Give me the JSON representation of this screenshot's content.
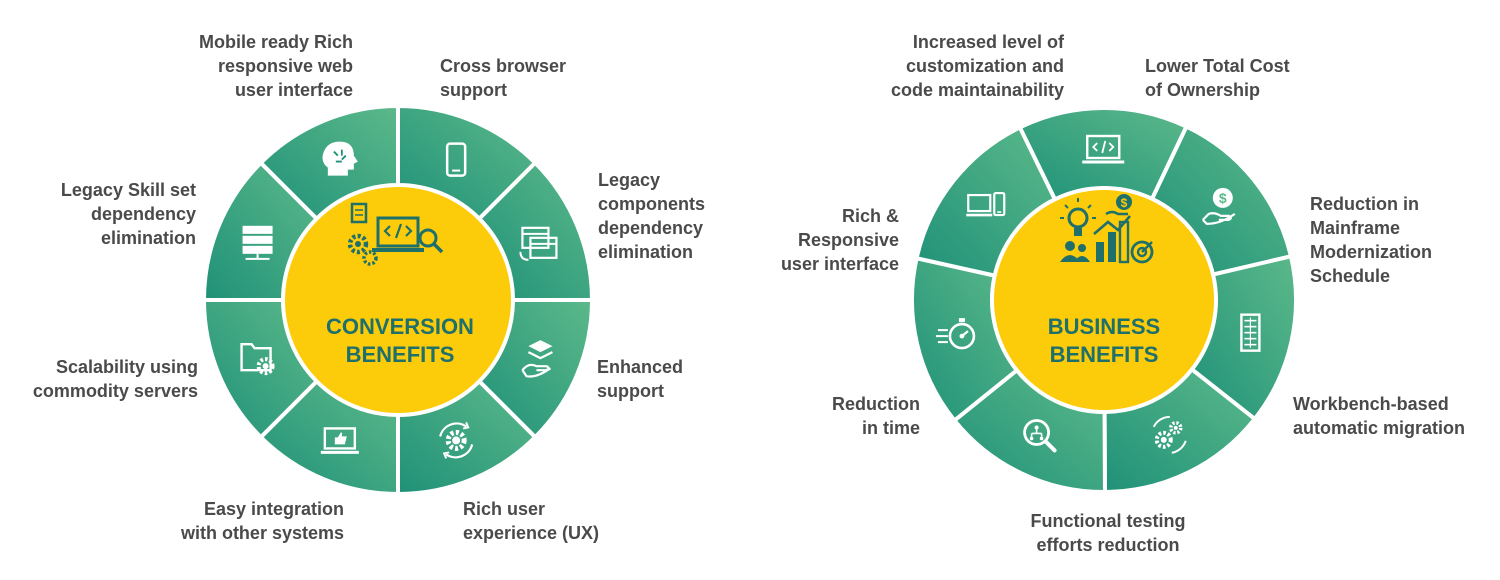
{
  "colors": {
    "segment_dark": "#1f9178",
    "segment_light": "#5cb98a",
    "center": "#fccc0a",
    "divider": "#ffffff",
    "icon": "#ffffff",
    "label": "#4a4a4a",
    "center_text": "#1f6f6a"
  },
  "conversion": {
    "title_line1": "CONVERSION",
    "title_line2": "BENEFITS",
    "center_icon": "laptop-code-gears-icon",
    "segments": [
      {
        "icon": "mobile-phone-icon",
        "lines": [
          "Mobile ready Rich",
          "responsive web",
          "user interface"
        ]
      },
      {
        "icon": "browser-windows-icon",
        "lines": [
          "Cross browser",
          "support"
        ]
      },
      {
        "icon": "layers-hand-icon",
        "lines": [
          "Legacy",
          "components",
          "dependency",
          "elimination"
        ]
      },
      {
        "icon": "gear-refresh-icon",
        "lines": [
          "Enhanced",
          "support"
        ]
      },
      {
        "icon": "laptop-thumbs-up-icon",
        "lines": [
          "Rich user",
          "experience (UX)"
        ]
      },
      {
        "icon": "folder-gear-icon",
        "lines": [
          "Easy integration",
          "with other systems"
        ]
      },
      {
        "icon": "server-stack-icon",
        "lines": [
          "Scalability using",
          "commodity servers"
        ]
      },
      {
        "icon": "brain-circuit-icon",
        "lines": [
          "Legacy Skill set",
          "dependency",
          "elimination"
        ]
      }
    ]
  },
  "business": {
    "title_line1": "BUSINESS",
    "title_line2": "BENEFITS",
    "center_icon": "growth-idea-icon",
    "segments": [
      {
        "icon": "laptop-code-icon",
        "lines": [
          "Increased level of",
          "customization and",
          "code maintainability"
        ]
      },
      {
        "icon": "hand-dollar-icon",
        "lines": [
          "Lower Total Cost",
          "of Ownership"
        ]
      },
      {
        "icon": "mainframe-icon",
        "lines": [
          "Reduction in",
          "Mainframe",
          "Modernization",
          "Schedule"
        ]
      },
      {
        "icon": "gears-refresh-icon",
        "lines": [
          "Workbench-based",
          "automatic migration"
        ]
      },
      {
        "icon": "magnifier-network-icon",
        "lines": [
          "Functional testing",
          "efforts reduction"
        ]
      },
      {
        "icon": "stopwatch-icon",
        "lines": [
          "Reduction",
          "in time"
        ]
      },
      {
        "icon": "multi-device-icon",
        "lines": [
          "Rich &",
          "Responsive",
          "user interface"
        ]
      }
    ]
  }
}
